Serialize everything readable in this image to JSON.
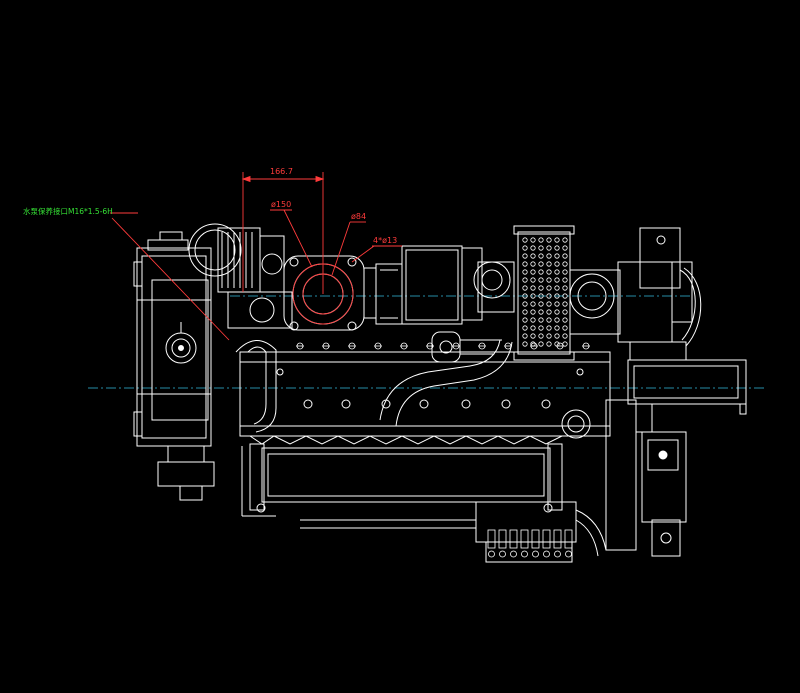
{
  "drawing": {
    "background": "#000000",
    "line_color": "#ffffff",
    "dimension_color": "#ff3b3b",
    "callout_color": "#35e035",
    "centerline_color": "#33bbdd",
    "annotations": {
      "width_dim": "166.7",
      "dia_150": "ø150",
      "dia_84": "ø84",
      "holes": "4*ø13",
      "water_port": "水泵保养接口M16*1.5-6H"
    }
  }
}
